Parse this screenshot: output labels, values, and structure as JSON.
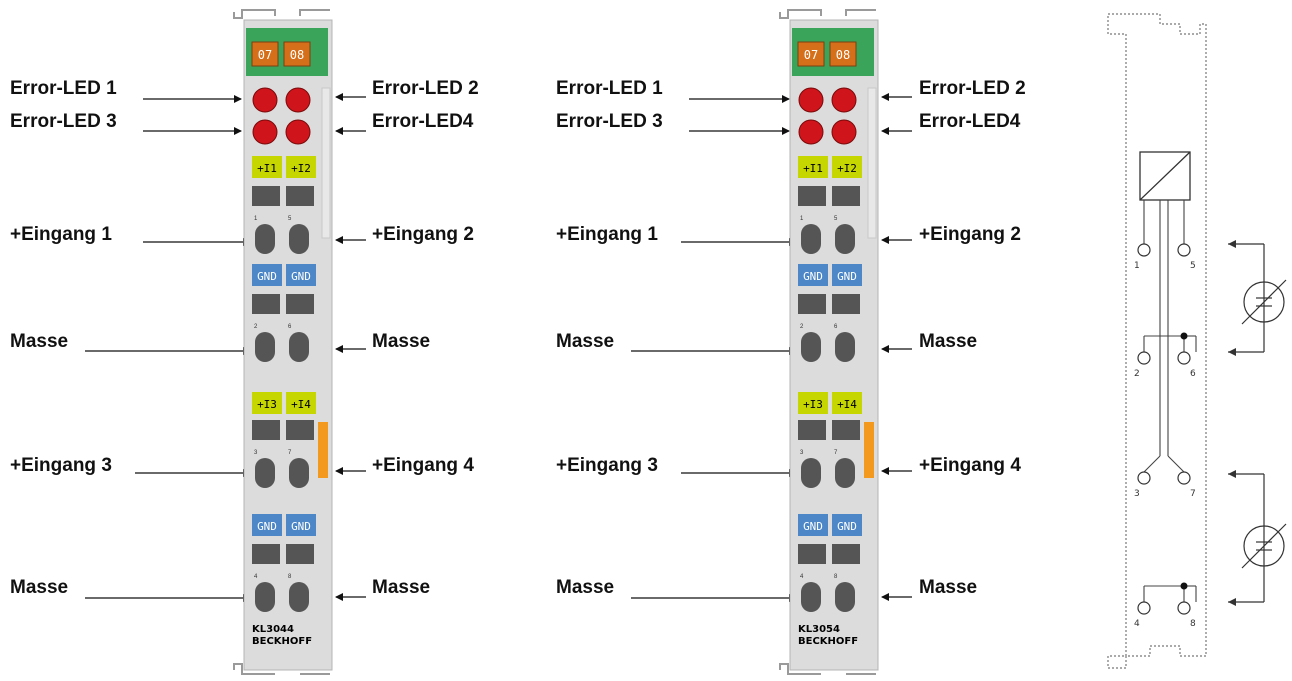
{
  "modules": [
    {
      "channel_tags": [
        "07",
        "08"
      ],
      "terminal_rows": [
        [
          "+I1",
          "+I2"
        ],
        [
          "GND",
          "GND"
        ],
        [
          "+I3",
          "+I4"
        ],
        [
          "GND",
          "GND"
        ]
      ],
      "contact_numbers": [
        [
          "1",
          "5"
        ],
        [
          "2",
          "6"
        ],
        [
          "3",
          "7"
        ],
        [
          "4",
          "8"
        ]
      ],
      "model": "KL3044",
      "brand": "BECKHOFF",
      "left_labels": [
        "Error-LED 1",
        "Error-LED 3",
        "+Eingang 1",
        "Masse",
        "+Eingang 3",
        "Masse"
      ],
      "right_labels": [
        "Error-LED 2",
        "Error-LED4",
        "+Eingang 2",
        "Masse",
        "+Eingang 4",
        "Masse"
      ]
    },
    {
      "channel_tags": [
        "07",
        "08"
      ],
      "terminal_rows": [
        [
          "+I1",
          "+I2"
        ],
        [
          "GND",
          "GND"
        ],
        [
          "+I3",
          "+I4"
        ],
        [
          "GND",
          "GND"
        ]
      ],
      "contact_numbers": [
        [
          "1",
          "5"
        ],
        [
          "2",
          "6"
        ],
        [
          "3",
          "7"
        ],
        [
          "4",
          "8"
        ]
      ],
      "model": "KL3054",
      "brand": "BECKHOFF",
      "left_labels": [
        "Error-LED 1",
        "Error-LED 3",
        "+Eingang 1",
        "Masse",
        "+Eingang 3",
        "Masse"
      ],
      "right_labels": [
        "Error-LED 2",
        "Error-LED4",
        "+Eingang 2",
        "Masse",
        "+Eingang 4",
        "Masse"
      ]
    }
  ],
  "schematic": {
    "terminal_numbers": [
      "1",
      "5",
      "2",
      "6",
      "3",
      "7",
      "4",
      "8"
    ]
  },
  "colors": {
    "housing": "#dcdcdc",
    "tag_orange": "#d66f1a",
    "tag_band": "#3aa55a",
    "led_red": "#d0141c",
    "input_yellow": "#c6d600",
    "gnd_blue": "#4d87c7",
    "orange_tab": "#f39a1e"
  }
}
